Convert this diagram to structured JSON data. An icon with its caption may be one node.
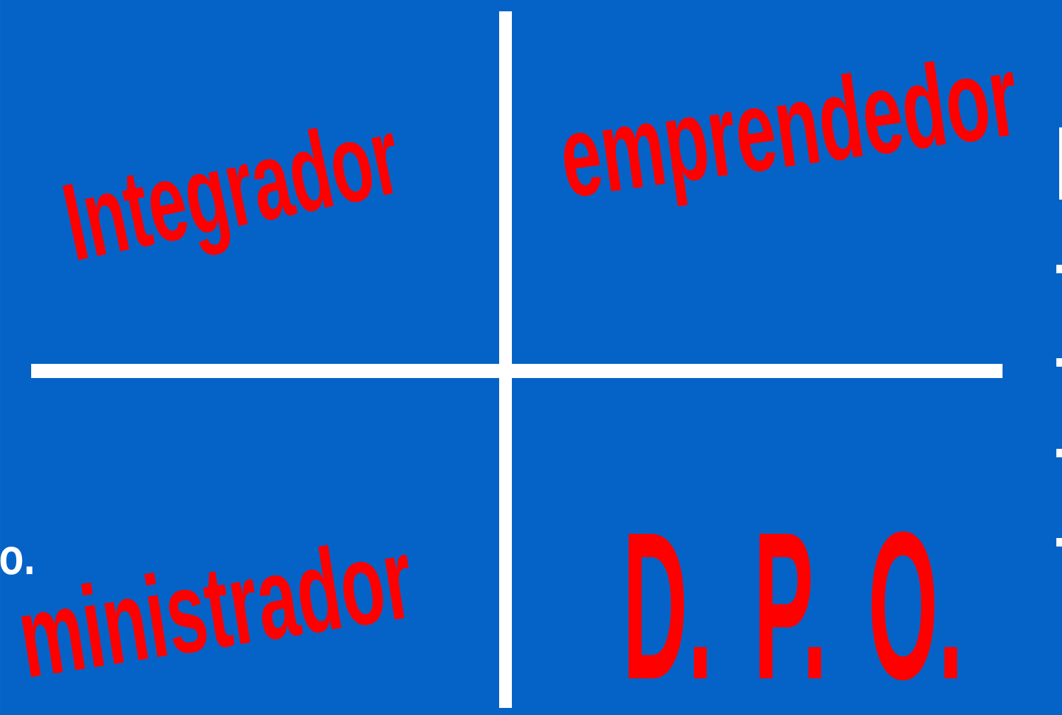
{
  "diagram": {
    "labels": [
      "Integrador",
      "emprendedor",
      "o.",
      "ministrador",
      "D. P. O."
    ]
  }
}
